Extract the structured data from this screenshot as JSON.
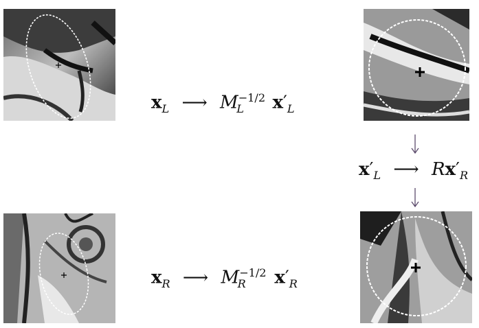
{
  "patches": {
    "top_left": "left image patch",
    "top_right": "normalized left patch",
    "bottom_left": "right image patch",
    "bottom_right": "normalized right patch"
  },
  "formulas": {
    "top": {
      "lhs": "x",
      "lhs_sub": "L",
      "arrow": "⟶",
      "rhs_M": "M",
      "rhs_M_sub": "L",
      "rhs_M_sup": "−1/2",
      "rhs_x": "x",
      "rhs_x_prime": "′",
      "rhs_x_sub": "L"
    },
    "middle": {
      "lhs": "x",
      "lhs_prime": "′",
      "lhs_sub": "L",
      "arrow": "⟶",
      "rhs_R": "R",
      "rhs_x": "x",
      "rhs_x_prime": "′",
      "rhs_x_sub": "R"
    },
    "bottom": {
      "lhs": "x",
      "lhs_sub": "R",
      "arrow": "⟶",
      "rhs_M": "M",
      "rhs_M_sub": "R",
      "rhs_M_sup": "−1/2",
      "rhs_x": "x",
      "rhs_x_prime": "′",
      "rhs_x_sub": "R"
    }
  },
  "colors": {
    "ink": "#111111",
    "arrow": "#5b4a6b",
    "ellipse": "#ffffff"
  }
}
